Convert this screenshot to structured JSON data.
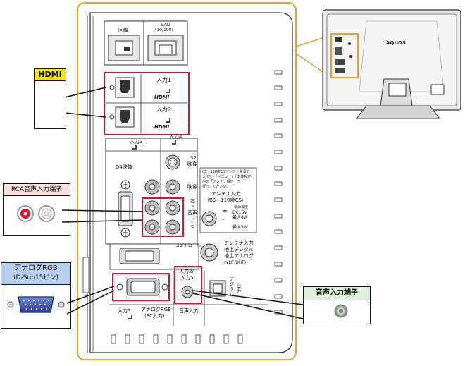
{
  "callouts": {
    "hdmi": "HDMI",
    "rca_audio": "RCA音声入力端子",
    "analog_rgb_line1": "アナログRGB",
    "analog_rgb_line2": "（D-Sub15ピン）",
    "audio_input": "音声入力端子"
  },
  "panel": {
    "top_left": "回線",
    "lan_line1": "LAN",
    "lan_line2": "(10/100)",
    "input1": "入力1",
    "input2": "入力2",
    "hdmi_logo": "HDMI",
    "input3": "入力3",
    "input4": "入力4",
    "d4": "D4映像",
    "s2_line1": "S2",
    "s2_line2": "映像",
    "video": "映像",
    "lr_line1": "左",
    "lr_line2": "・",
    "lr_line3": "音声",
    "lr_line4": "・",
    "lr_line5": "右",
    "bs_note_1": "BS・110度CSアンテナ電源の",
    "bs_note_2": "入/切は「メニュー」「本体設定」",
    "bs_note_3": "内の「アンテナ設定」で",
    "bs_note_4": "行ってください。",
    "antenna_bs_1": "アンテナ入力",
    "antenna_bs_2": "（BS・110度CS）",
    "power_1": "電源電圧",
    "power_2": "DC15V",
    "power_3": "最大4W",
    "power_4": "最大3W",
    "control": "コントロール",
    "antenna_vhf_1": "アンテナ入力",
    "antenna_vhf_2": "地上デジタル",
    "antenna_vhf_3": "地上アナログ",
    "antenna_vhf_4": "(VHF/UHF)",
    "input25_1": "入力2/",
    "input25_2": "入力5",
    "digital_1": "デ",
    "digital_2": "ジ",
    "digital_3": "タ",
    "digital_4": "ル",
    "digital_5": "出",
    "digital_6": "力",
    "input5": "入力5",
    "analog_rgb_bottom_1": "アナログRGB",
    "analog_rgb_bottom_2": "(PC入力)",
    "audio_bottom": "音声入力"
  },
  "tv": {
    "brand": "AQUOS"
  },
  "colors": {
    "highlight_red": "#e0102a",
    "highlight_orange": "#f0a020",
    "callout_blue_header": "#b8d0f0",
    "callout_pink_header": "#fbe0e0",
    "callout_green_header": "#e0efe0"
  }
}
